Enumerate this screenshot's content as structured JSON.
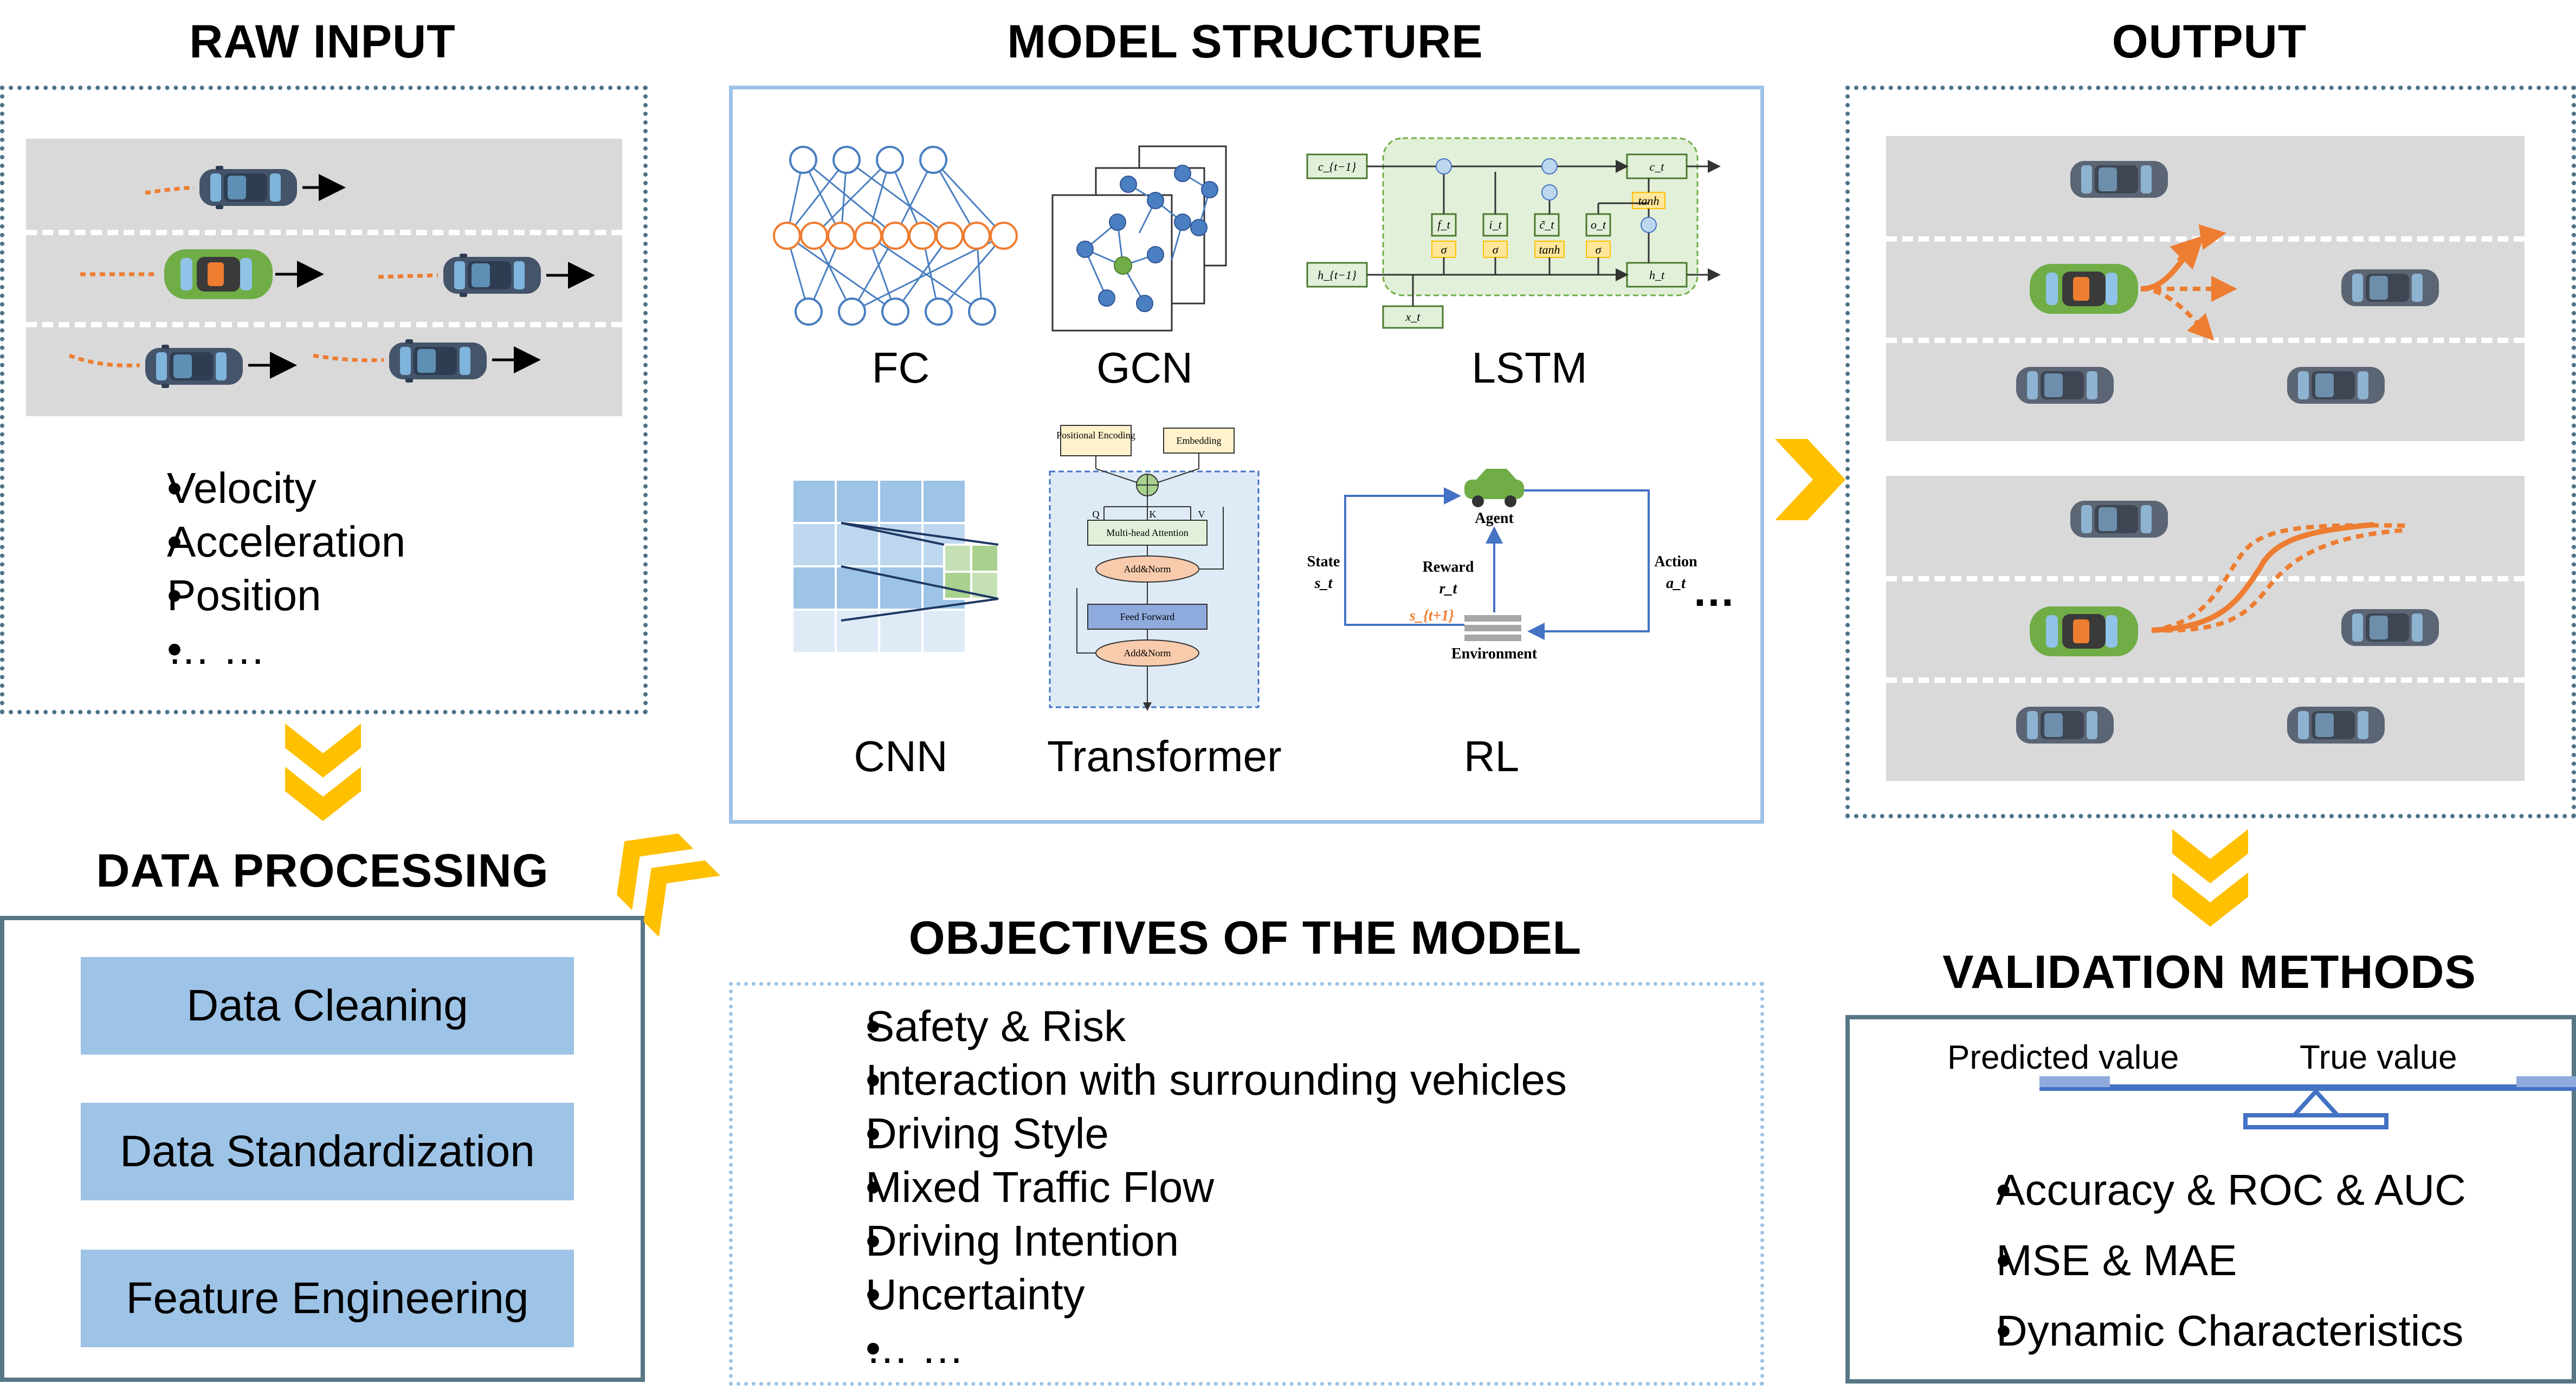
{
  "sections": {
    "raw_input": {
      "title": "RAW INPUT",
      "features": [
        "Velocity",
        "Acceleration",
        "Position",
        "… …"
      ]
    },
    "data_processing": {
      "title": "DATA PROCESSING",
      "steps": [
        "Data Cleaning",
        "Data Standardization",
        "Feature Engineering"
      ]
    },
    "model_structure": {
      "title": "MODEL STRUCTURE",
      "models": [
        "FC",
        "GCN",
        "LSTM",
        "CNN",
        "Transformer",
        "RL"
      ],
      "more": "…",
      "lstm": {
        "c_prev": "c_{t−1}",
        "c_t": "c_t",
        "h_prev": "h_{t−1}",
        "h_t": "h_t",
        "x_t": "x_t",
        "f_t": "f_t",
        "i_t": "i_t",
        "c_tilde": "c̃_t",
        "o_t": "o_t",
        "sigma": "σ",
        "tanh": "tanh"
      },
      "transformer": {
        "positional_encoding": "Positional Encoding",
        "embedding": "Embedding",
        "attention": "Multi-head Attention",
        "add_norm": "Add&Norm",
        "feed_forward": "Feed Forward",
        "q": "Q",
        "k": "K",
        "v": "V"
      },
      "rl": {
        "agent": "Agent",
        "environment": "Environment",
        "state": "State",
        "state_sym": "s_t",
        "reward": "Reward",
        "reward_sym": "r_t",
        "action": "Action",
        "action_sym": "a_t",
        "next_state": "s_{t+1}"
      }
    },
    "objectives": {
      "title": "OBJECTIVES OF THE MODEL",
      "items": [
        "Safety & Risk",
        "Interaction with surrounding vehicles",
        "Driving Style",
        "Mixed Traffic Flow",
        "Driving Intention",
        "Uncertainty",
        "… …"
      ]
    },
    "output": {
      "title": "OUTPUT"
    },
    "validation": {
      "title": "VALIDATION METHODS",
      "predicted": "Predicted value",
      "true_value": "True value",
      "metrics": [
        "Accuracy & ROC & AUC",
        "MSE & MAE",
        "Dynamic Characteristics"
      ]
    }
  },
  "colors": {
    "accent_arrow": "#ffc000",
    "trajectory": "#ed7d31",
    "box_fill": "#9dc3e6",
    "panel_blue": "#9dc2e6",
    "panel_dark": "#4f7287",
    "road": "#d9d9d9",
    "ego_car": "#70ad47",
    "other_car": "#44546a"
  }
}
